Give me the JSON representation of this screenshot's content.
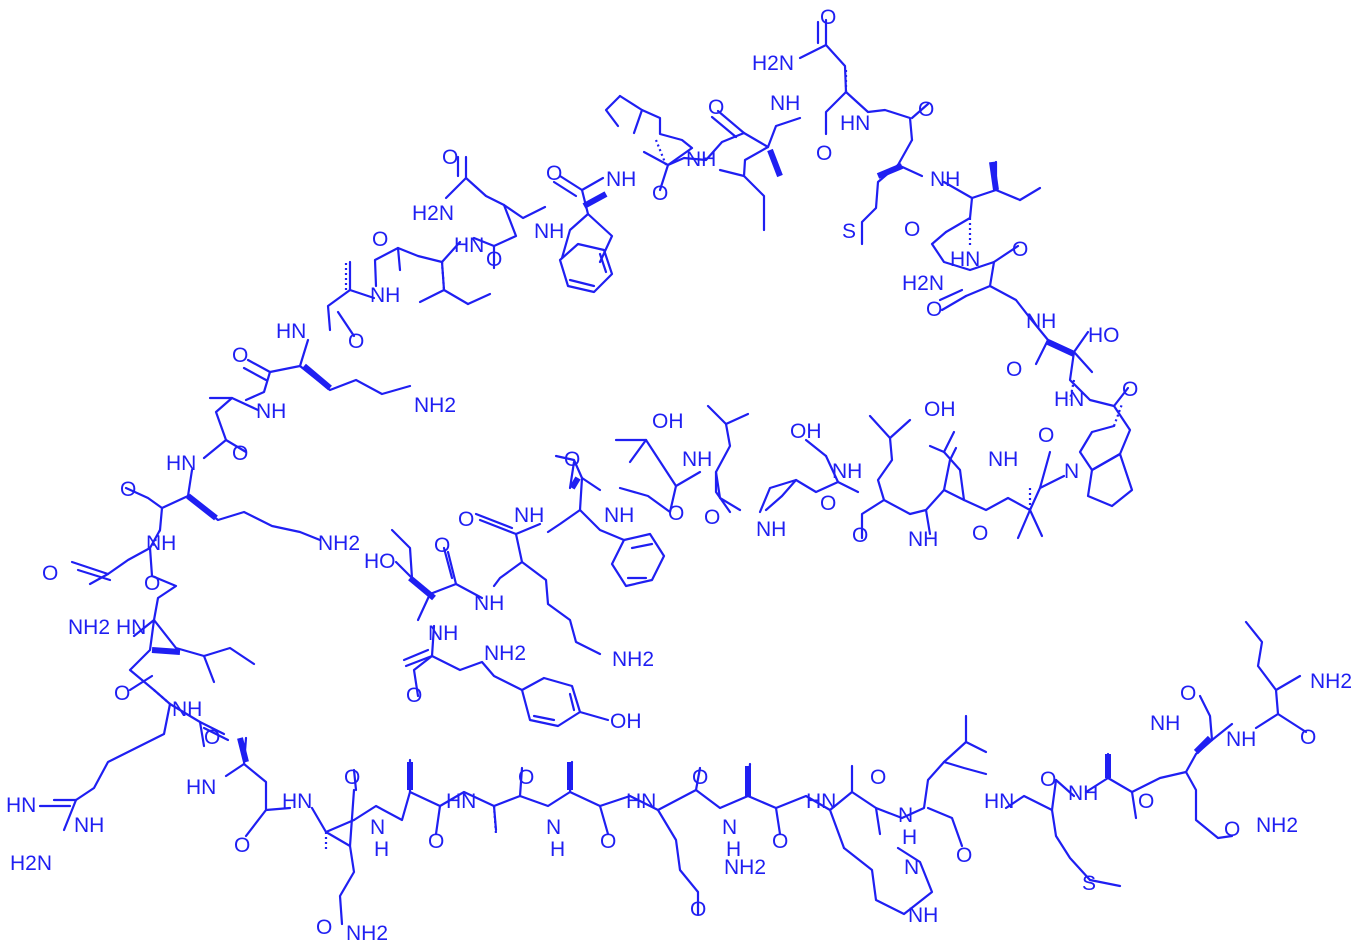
{
  "labels": {
    "nh2": "NH2",
    "h2n": "H2N",
    "nh": "NH",
    "hn": "HN",
    "n": "N",
    "h": "H",
    "o": "O",
    "oh": "OH",
    "ho": "HO",
    "s": "S",
    "n_h": "N"
  },
  "colors": {
    "ink": "#1f1ff2",
    "background": "#ffffff"
  }
}
